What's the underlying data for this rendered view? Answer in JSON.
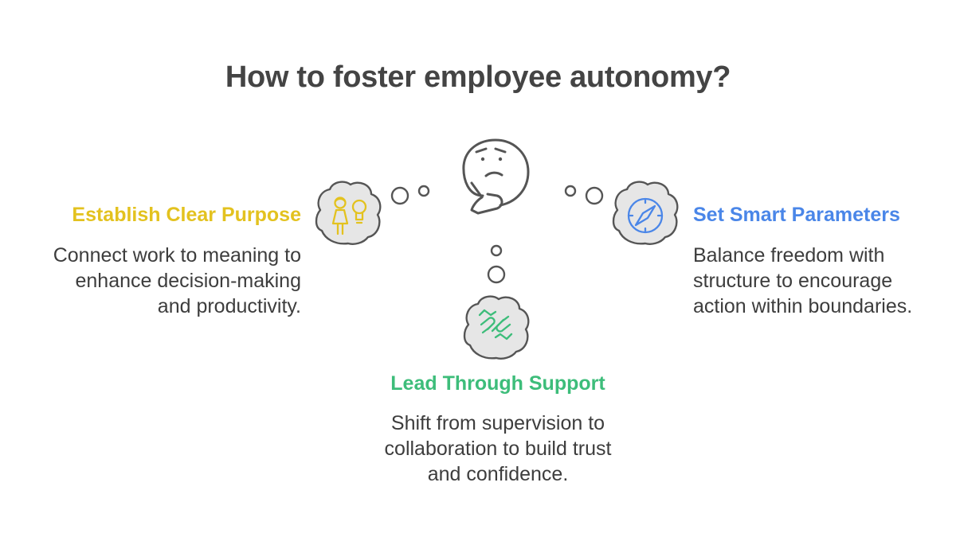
{
  "title": "How to foster employee autonomy?",
  "colors": {
    "purpose": "#e3c21f",
    "parameters": "#4a86e8",
    "support": "#3dbd7a",
    "outline": "#555555",
    "bubble_fill": "#e6e6e6",
    "text": "#3d3d3d"
  },
  "central_icon": "thinking-face-icon",
  "items": {
    "purpose": {
      "heading": "Establish Clear Purpose",
      "lines": [
        "Connect work to meaning to",
        "enhance decision-making",
        "and productivity."
      ],
      "icon": "person-lightbulb-icon"
    },
    "parameters": {
      "heading": "Set Smart Parameters",
      "lines": [
        "Balance freedom with",
        "structure to encourage",
        "action within boundaries."
      ],
      "icon": "compass-icon"
    },
    "support": {
      "heading": "Lead Through Support",
      "lines": [
        "Shift from supervision to",
        "collaboration to build trust",
        "and confidence."
      ],
      "icon": "handshake-icon"
    }
  }
}
